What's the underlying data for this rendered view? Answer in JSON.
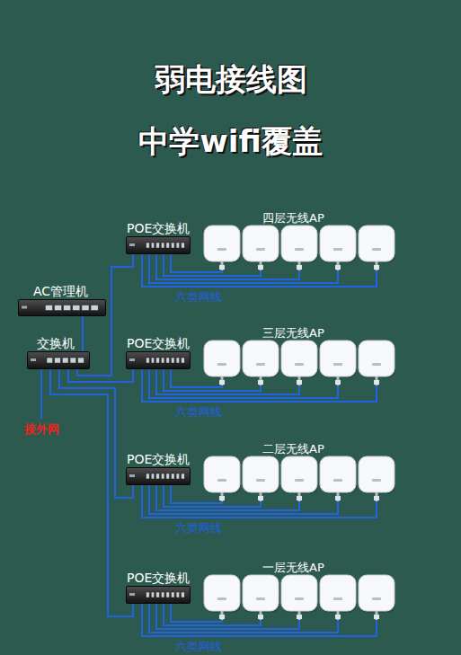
{
  "diagram": {
    "title": "弱电接线图",
    "nodes": [
      {
        "text": [
          "POE交换机"
        ]
      },
      {
        "text": [
          "AC管理机"
        ]
      },
      {
        "text": [
          "交换机"
        ]
      },
      {
        "text": [
          "POE交换机"
        ]
      },
      {
        "text": [
          "POE交换机"
        ]
      },
      {
        "text": [
          "POE交换机"
        ]
      }
    ],
    "edges": [
      {
        "from": 1,
        "to": 2,
        "arrow": "none"
      },
      {
        "from": 2,
        "to": 0,
        "arrow": "none"
      },
      {
        "from": 2,
        "to": 3,
        "arrow": "none"
      },
      {
        "from": 2,
        "to": 4,
        "arrow": "none"
      },
      {
        "from": 2,
        "to": 5,
        "arrow": "none"
      }
    ],
    "labels": [
      "中学wifi覆盖",
      "四层无线AP",
      "六类网线",
      "三层无线AP",
      "六类网线",
      "二层无线AP",
      "六类网线",
      "一层无线AP",
      "六类网线",
      "接外网"
    ]
  }
}
